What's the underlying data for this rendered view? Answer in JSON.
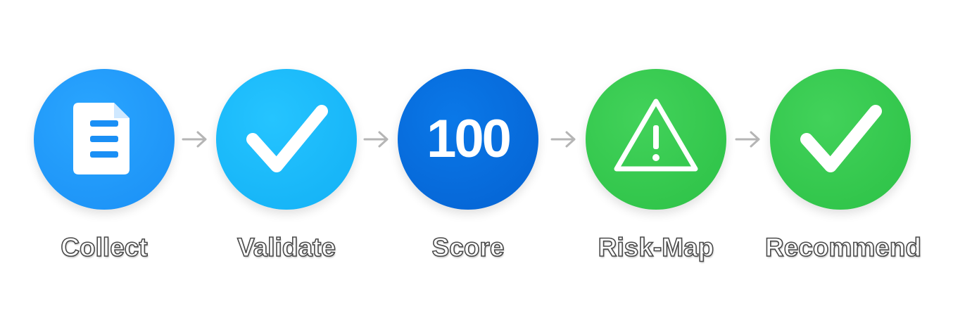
{
  "steps": [
    {
      "label": "Collect",
      "icon": "document-icon",
      "color": "#1a8ff5"
    },
    {
      "label": "Validate",
      "icon": "checkmark-icon",
      "color": "#12b0f5"
    },
    {
      "label": "Score",
      "icon_text": "100",
      "color": "#0562d2"
    },
    {
      "label": "Risk-Map",
      "icon": "warning-icon",
      "color": "#2cc146"
    },
    {
      "label": "Recommend",
      "icon": "checkmark-icon",
      "color": "#2cc146"
    }
  ],
  "connector_icon": "arrow-right-icon"
}
